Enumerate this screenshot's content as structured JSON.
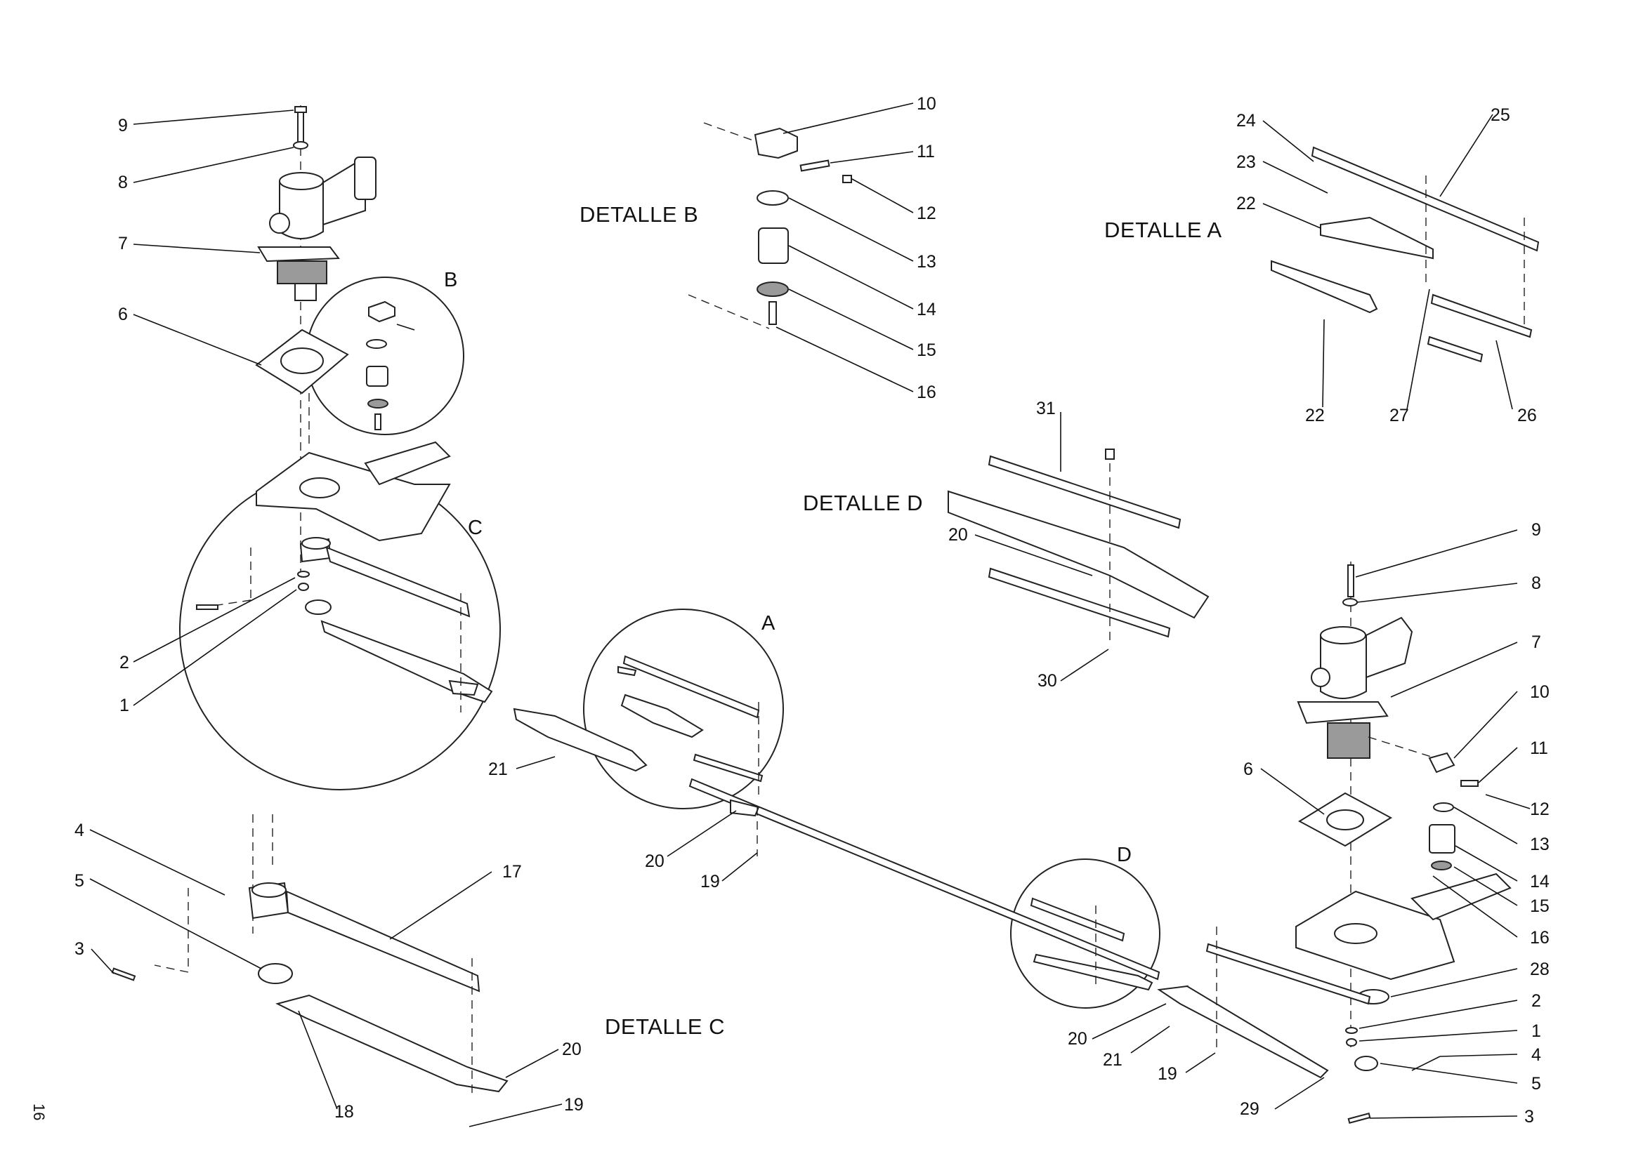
{
  "details": {
    "a": "DETALLE A",
    "b": "DETALLE B",
    "c": "DETALLE C",
    "d": "DETALLE D"
  },
  "circle_letters": {
    "a": "A",
    "b": "B",
    "c": "C",
    "d": "D"
  },
  "page_number": "16",
  "callouts": {
    "left_9": "9",
    "left_8": "8",
    "left_7": "7",
    "left_6": "6",
    "left_2": "2",
    "left_1": "1",
    "left_21": "21",
    "left_4": "4",
    "left_5": "5",
    "left_3": "3",
    "left_17": "17",
    "left_18": "18",
    "left_20": "20",
    "left_19": "19",
    "mid_20": "20",
    "mid_19": "19",
    "b_10": "10",
    "b_11": "11",
    "b_12": "12",
    "b_13": "13",
    "b_14": "14",
    "b_15": "15",
    "b_16": "16",
    "a_24": "24",
    "a_23": "23",
    "a_22": "22",
    "a_25": "25",
    "a_22b": "22",
    "a_27": "27",
    "a_26": "26",
    "d_31": "31",
    "d_20": "20",
    "d_30": "30",
    "right_9": "9",
    "right_8": "8",
    "right_7": "7",
    "right_10": "10",
    "right_11": "11",
    "right_12": "12",
    "right_6": "6",
    "right_13": "13",
    "right_14": "14",
    "right_15": "15",
    "right_16": "16",
    "right_28": "28",
    "right_2": "2",
    "right_1": "1",
    "right_4": "4",
    "right_5": "5",
    "right_3": "3",
    "right_29": "29",
    "right_20": "20",
    "right_21": "21",
    "right_19": "19"
  }
}
